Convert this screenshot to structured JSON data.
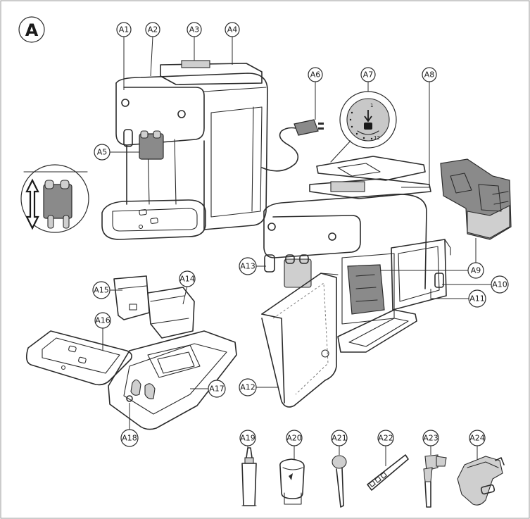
{
  "figure_letter": "A",
  "labels": {
    "A1": "A1",
    "A2": "A2",
    "A3": "A3",
    "A4": "A4",
    "A5": "A5",
    "A6": "A6",
    "A7": "A7",
    "A8": "A8",
    "A9": "A9",
    "A10": "A10",
    "A11": "A11",
    "A12": "A12",
    "A13": "A13",
    "A14": "A14",
    "A15": "A15",
    "A16": "A16",
    "A17": "A17",
    "A18": "A18",
    "A19": "A19",
    "A20": "A20",
    "A21": "A21",
    "A22": "A22",
    "A23": "A23",
    "A24": "A24"
  },
  "knob_marks": {
    "top": "1",
    "bottom": "12"
  }
}
